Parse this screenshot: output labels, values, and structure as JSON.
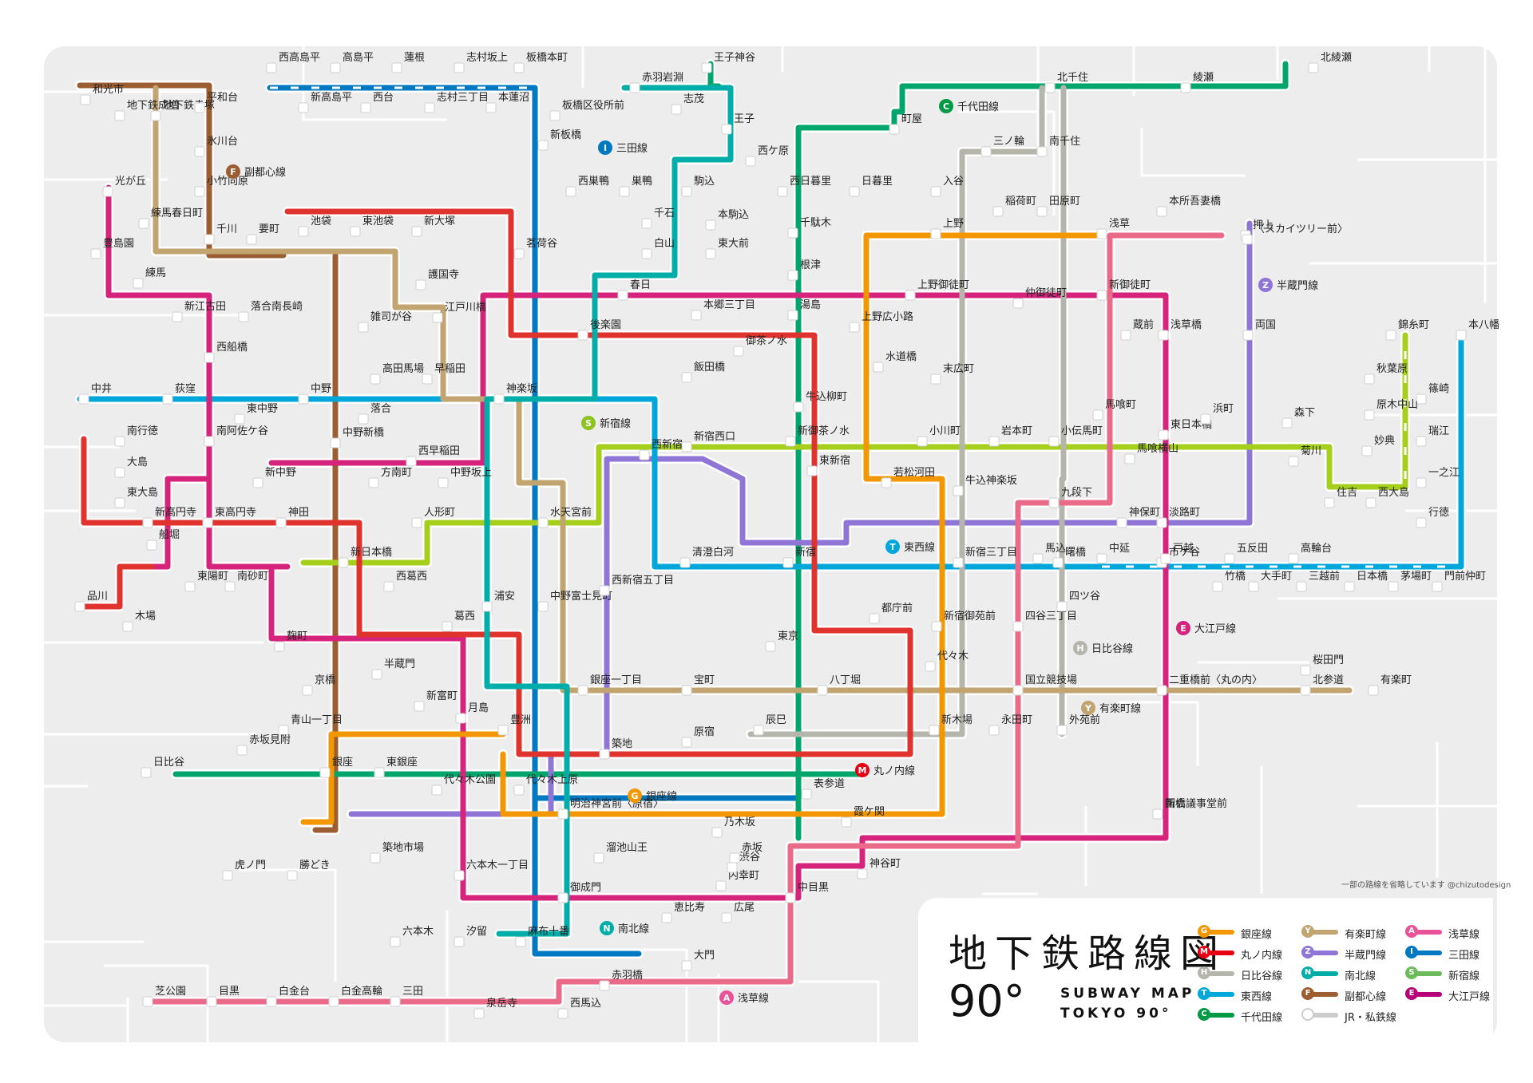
{
  "title_jp": "地下鉄路線図",
  "title_deg": "90°",
  "title_en_1": "SUBWAY MAP",
  "title_en_2": "TOKYO 90°",
  "credit": "一部の路線を省略しています @chizutodesign",
  "legend": [
    {
      "letter": "G",
      "label": "銀座線",
      "color": "#f39700"
    },
    {
      "letter": "M",
      "label": "丸ノ内線",
      "color": "#e60012"
    },
    {
      "letter": "H",
      "label": "日比谷線",
      "color": "#b5b5ac"
    },
    {
      "letter": "T",
      "label": "東西線",
      "color": "#00a7db"
    },
    {
      "letter": "C",
      "label": "千代田線",
      "color": "#009944"
    },
    {
      "letter": "Y",
      "label": "有楽町線",
      "color": "#c1a470"
    },
    {
      "letter": "Z",
      "label": "半蔵門線",
      "color": "#8f76d6"
    },
    {
      "letter": "N",
      "label": "南北線",
      "color": "#00ada9"
    },
    {
      "letter": "F",
      "label": "副都心線",
      "color": "#9c5e31"
    },
    {
      "letter": "",
      "label": "JR・私鉄線",
      "color": "#cccccc"
    },
    {
      "letter": "A",
      "label": "浅草線",
      "color": "#e85298"
    },
    {
      "letter": "I",
      "label": "三田線",
      "color": "#0079c2"
    },
    {
      "letter": "S",
      "label": "新宿線",
      "color": "#6cbb5a"
    },
    {
      "letter": "E",
      "label": "大江戸線",
      "color": "#b6007a"
    }
  ],
  "line_tags": [
    {
      "letter": "F",
      "label": "副都心線",
      "color": "#9c5e31"
    },
    {
      "letter": "I",
      "label": "三田線",
      "color": "#0079c2"
    },
    {
      "letter": "C",
      "label": "千代田線",
      "color": "#009944"
    },
    {
      "letter": "Z",
      "label": "半蔵門線",
      "color": "#8f76d6"
    },
    {
      "letter": "S",
      "label": "新宿線",
      "color": "#8dc21f"
    },
    {
      "letter": "T",
      "label": "東西線",
      "color": "#00a7db"
    },
    {
      "letter": "E",
      "label": "大江戸線",
      "color": "#d6237c"
    },
    {
      "letter": "H",
      "label": "日比谷線",
      "color": "#b5b5ac"
    },
    {
      "letter": "Y",
      "label": "有楽町線",
      "color": "#c1a470"
    },
    {
      "letter": "M",
      "label": "丸ノ内線",
      "color": "#e60012"
    },
    {
      "letter": "G",
      "label": "銀座線",
      "color": "#f39700"
    },
    {
      "letter": "N",
      "label": "南北線",
      "color": "#00ada9"
    },
    {
      "letter": "A",
      "label": "浅草線",
      "color": "#e85298"
    }
  ],
  "lines": [
    {
      "id": "fukutoshin",
      "color": "#9c5e31"
    },
    {
      "id": "mita",
      "color": "#0079c2"
    },
    {
      "id": "chiyoda",
      "color": "#00a66b"
    },
    {
      "id": "hanzomon",
      "color": "#8f76d6"
    },
    {
      "id": "shinjuku",
      "color": "#a6cf1c"
    },
    {
      "id": "tozai",
      "color": "#00a7db"
    },
    {
      "id": "oedo",
      "color": "#d6237c"
    },
    {
      "id": "hibiya",
      "color": "#b5b5ac"
    },
    {
      "id": "yurakucho",
      "color": "#c1a470"
    },
    {
      "id": "marunouchi",
      "color": "#e0332e"
    },
    {
      "id": "ginza",
      "color": "#f39700"
    },
    {
      "id": "namboku",
      "color": "#00ada9"
    },
    {
      "id": "asakusa",
      "color": "#ea6a8a"
    }
  ],
  "stations": [
    {
      "label": "西高島平"
    },
    {
      "label": "高島平"
    },
    {
      "label": "蓮根"
    },
    {
      "label": "志村坂上"
    },
    {
      "label": "板橋本町"
    },
    {
      "label": "新高島平"
    },
    {
      "label": "西台"
    },
    {
      "label": "志村三丁目"
    },
    {
      "label": "本蓮沼"
    },
    {
      "label": "板橋区役所前"
    },
    {
      "label": "新板橋"
    },
    {
      "label": "西巣鴨"
    },
    {
      "label": "巣鴨"
    },
    {
      "label": "千石"
    },
    {
      "label": "白山"
    },
    {
      "label": "赤羽岩淵"
    },
    {
      "label": "王子神谷"
    },
    {
      "label": "志茂"
    },
    {
      "label": "王子"
    },
    {
      "label": "西ケ原"
    },
    {
      "label": "駒込"
    },
    {
      "label": "本駒込"
    },
    {
      "label": "東大前"
    },
    {
      "label": "北千住"
    },
    {
      "label": "綾瀬"
    },
    {
      "label": "北綾瀬"
    },
    {
      "label": "町屋"
    },
    {
      "label": "三ノ輪"
    },
    {
      "label": "南千住"
    },
    {
      "label": "入谷"
    },
    {
      "label": "西日暮里"
    },
    {
      "label": "日暮里"
    },
    {
      "label": "千駄木"
    },
    {
      "label": "根津"
    },
    {
      "label": "湯島"
    },
    {
      "label": "上野"
    },
    {
      "label": "稲荷町"
    },
    {
      "label": "田原町"
    },
    {
      "label": "浅草"
    },
    {
      "label": "本所吾妻橋"
    },
    {
      "label": "押上"
    },
    {
      "label": "〈スカイツリー前〉"
    },
    {
      "label": "和光市"
    },
    {
      "label": "地下鉄成増"
    },
    {
      "label": "地下鉄赤塚"
    },
    {
      "label": "平和台"
    },
    {
      "label": "氷川台"
    },
    {
      "label": "小竹向原"
    },
    {
      "label": "千川"
    },
    {
      "label": "要町"
    },
    {
      "label": "池袋"
    },
    {
      "label": "東池袋"
    },
    {
      "label": "新大塚"
    },
    {
      "label": "茗荷谷"
    },
    {
      "label": "光が丘"
    },
    {
      "label": "練馬春日町"
    },
    {
      "label": "豊島園"
    },
    {
      "label": "練馬"
    },
    {
      "label": "新江古田"
    },
    {
      "label": "落合南長崎"
    },
    {
      "label": "護国寺"
    },
    {
      "label": "江戸川橋"
    },
    {
      "label": "雑司が谷"
    },
    {
      "label": "春日"
    },
    {
      "label": "後楽園"
    },
    {
      "label": "本郷三丁目"
    },
    {
      "label": "御茶ノ水"
    },
    {
      "label": "上野御徒町"
    },
    {
      "label": "上野広小路"
    },
    {
      "label": "仲御徒町"
    },
    {
      "label": "新御徒町"
    },
    {
      "label": "蔵前"
    },
    {
      "label": "浅草橋"
    },
    {
      "label": "両国"
    },
    {
      "label": "錦糸町"
    },
    {
      "label": "本八幡"
    },
    {
      "label": "西船橋"
    },
    {
      "label": "中井"
    },
    {
      "label": "荻窪"
    },
    {
      "label": "中野"
    },
    {
      "label": "高田馬場"
    },
    {
      "label": "早稲田"
    },
    {
      "label": "神楽坂"
    },
    {
      "label": "飯田橋"
    },
    {
      "label": "水道橋"
    },
    {
      "label": "末広町"
    },
    {
      "label": "秋葉原"
    },
    {
      "label": "篠崎"
    },
    {
      "label": "原木中山"
    },
    {
      "label": "瑞江"
    },
    {
      "label": "妙典"
    },
    {
      "label": "一之江"
    },
    {
      "label": "行徳"
    },
    {
      "label": "南行徳"
    },
    {
      "label": "南阿佐ケ谷"
    },
    {
      "label": "東中野"
    },
    {
      "label": "落合"
    },
    {
      "label": "西早稲田"
    },
    {
      "label": "牛込柳町"
    },
    {
      "label": "新御茶ノ水"
    },
    {
      "label": "小川町"
    },
    {
      "label": "岩本町"
    },
    {
      "label": "小伝馬町"
    },
    {
      "label": "馬喰町"
    },
    {
      "label": "馬喰横山"
    },
    {
      "label": "東日本橋"
    },
    {
      "label": "浜町"
    },
    {
      "label": "森下"
    },
    {
      "label": "菊川"
    },
    {
      "label": "住吉"
    },
    {
      "label": "西大島"
    },
    {
      "label": "大島"
    },
    {
      "label": "東大島"
    },
    {
      "label": "船堀"
    },
    {
      "label": "新高円寺"
    },
    {
      "label": "東高円寺"
    },
    {
      "label": "新中野"
    },
    {
      "label": "中野新橋"
    },
    {
      "label": "方南町"
    },
    {
      "label": "中野坂上"
    },
    {
      "label": "西新宿"
    },
    {
      "label": "新宿西口"
    },
    {
      "label": "東新宿"
    },
    {
      "label": "若松河田"
    },
    {
      "label": "牛込神楽坂"
    },
    {
      "label": "九段下"
    },
    {
      "label": "神保町"
    },
    {
      "label": "淡路町"
    },
    {
      "label": "神田"
    },
    {
      "label": "新日本橋"
    },
    {
      "label": "人形町"
    },
    {
      "label": "水天宮前"
    },
    {
      "label": "清澄白河"
    },
    {
      "label": "新宿"
    },
    {
      "label": "新宿三丁目"
    },
    {
      "label": "曙橋"
    },
    {
      "label": "市ケ谷"
    },
    {
      "label": "竹橋"
    },
    {
      "label": "大手町"
    },
    {
      "label": "三越前"
    },
    {
      "label": "日本橋"
    },
    {
      "label": "茅場町"
    },
    {
      "label": "門前仲町"
    },
    {
      "label": "木場"
    },
    {
      "label": "東陽町"
    },
    {
      "label": "南砂町"
    },
    {
      "label": "西葛西"
    },
    {
      "label": "葛西"
    },
    {
      "label": "浦安"
    },
    {
      "label": "中野富士見町"
    },
    {
      "label": "西新宿五丁目"
    },
    {
      "label": "都庁前"
    },
    {
      "label": "新宿御苑前"
    },
    {
      "label": "四谷三丁目"
    },
    {
      "label": "四ツ谷"
    },
    {
      "label": "麹町"
    },
    {
      "label": "半蔵門"
    },
    {
      "label": "東京"
    },
    {
      "label": "京橋"
    },
    {
      "label": "宝町"
    },
    {
      "label": "八丁堀"
    },
    {
      "label": "代々木"
    },
    {
      "label": "国立競技場"
    },
    {
      "label": "二重橋前〈丸の内〉"
    },
    {
      "label": "北参道"
    },
    {
      "label": "桜田門"
    },
    {
      "label": "有楽町"
    },
    {
      "label": "銀座一丁目"
    },
    {
      "label": "新富町"
    },
    {
      "label": "月島"
    },
    {
      "label": "豊洲"
    },
    {
      "label": "辰巳"
    },
    {
      "label": "新木場"
    },
    {
      "label": "永田町"
    },
    {
      "label": "外苑前"
    },
    {
      "label": "青山一丁目"
    },
    {
      "label": "赤坂見附"
    },
    {
      "label": "日比谷"
    },
    {
      "label": "銀座"
    },
    {
      "label": "東銀座"
    },
    {
      "label": "築地"
    },
    {
      "label": "原宿"
    },
    {
      "label": "代々木公園"
    },
    {
      "label": "代々木上原"
    },
    {
      "label": "明治神宮前〈原宿〉"
    },
    {
      "label": "表参道"
    },
    {
      "label": "国会議事堂前"
    },
    {
      "label": "霞ケ関"
    },
    {
      "label": "乃木坂"
    },
    {
      "label": "赤坂"
    },
    {
      "label": "溜池山王"
    },
    {
      "label": "内幸町"
    },
    {
      "label": "渋谷"
    },
    {
      "label": "新橋"
    },
    {
      "label": "虎ノ門"
    },
    {
      "label": "勝どき"
    },
    {
      "label": "築地市場"
    },
    {
      "label": "六本木一丁目"
    },
    {
      "label": "神谷町"
    },
    {
      "label": "御成門"
    },
    {
      "label": "中目黒"
    },
    {
      "label": "恵比寿"
    },
    {
      "label": "広尾"
    },
    {
      "label": "六本木"
    },
    {
      "label": "汐留"
    },
    {
      "label": "麻布十番"
    },
    {
      "label": "大門"
    },
    {
      "label": "赤羽橋"
    },
    {
      "label": "芝公園"
    },
    {
      "label": "目黒"
    },
    {
      "label": "白金台"
    },
    {
      "label": "白金高輪"
    },
    {
      "label": "三田"
    },
    {
      "label": "泉岳寺"
    },
    {
      "label": "西馬込"
    },
    {
      "label": "馬込"
    },
    {
      "label": "中延"
    },
    {
      "label": "戸越"
    },
    {
      "label": "五反田"
    },
    {
      "label": "高輪台"
    },
    {
      "label": "品川"
    }
  ]
}
